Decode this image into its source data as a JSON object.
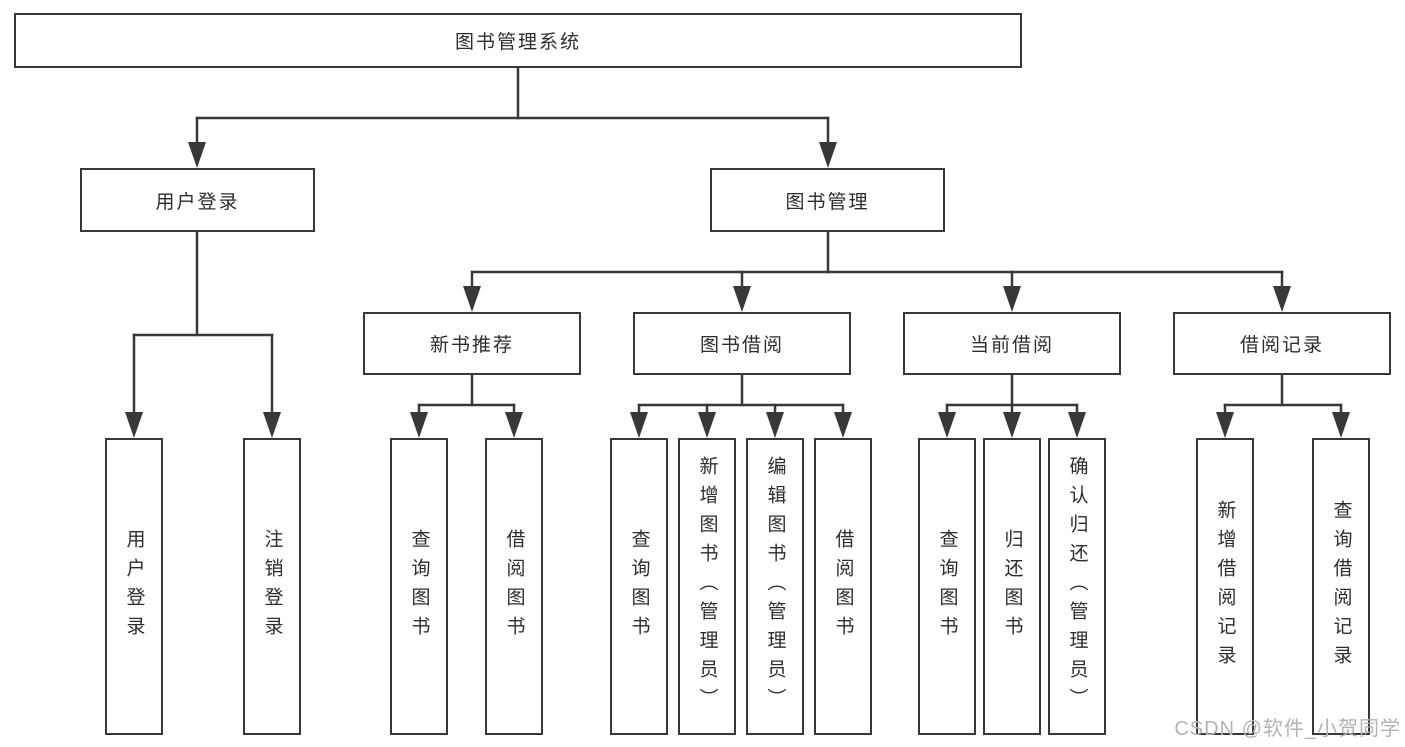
{
  "diagram": {
    "type": "hierarchy",
    "tree": {
      "label": "图书管理系统",
      "children": [
        {
          "label": "用户登录",
          "children": [
            {
              "label": "用户登录"
            },
            {
              "label": "注销登录"
            }
          ]
        },
        {
          "label": "图书管理",
          "children": [
            {
              "label": "新书推荐",
              "children": [
                {
                  "label": "查询图书"
                },
                {
                  "label": "借阅图书"
                }
              ]
            },
            {
              "label": "图书借阅",
              "children": [
                {
                  "label": "查询图书"
                },
                {
                  "label": "新增图书（管理员）"
                },
                {
                  "label": "编辑图书（管理员）"
                },
                {
                  "label": "借阅图书"
                }
              ]
            },
            {
              "label": "当前借阅",
              "children": [
                {
                  "label": "查询图书"
                },
                {
                  "label": "归还图书"
                },
                {
                  "label": "确认归还（管理员）"
                }
              ]
            },
            {
              "label": "借阅记录",
              "children": [
                {
                  "label": "新增借阅记录"
                },
                {
                  "label": "查询借阅记录"
                }
              ]
            }
          ]
        }
      ]
    }
  },
  "watermark": {
    "text": "CSDN @软件_小贺同学"
  },
  "colors": {
    "line": "#383838",
    "box_border": "#383838",
    "text": "#2d2d2d",
    "watermark": "#b3b3b3",
    "background": "#ffffff"
  }
}
